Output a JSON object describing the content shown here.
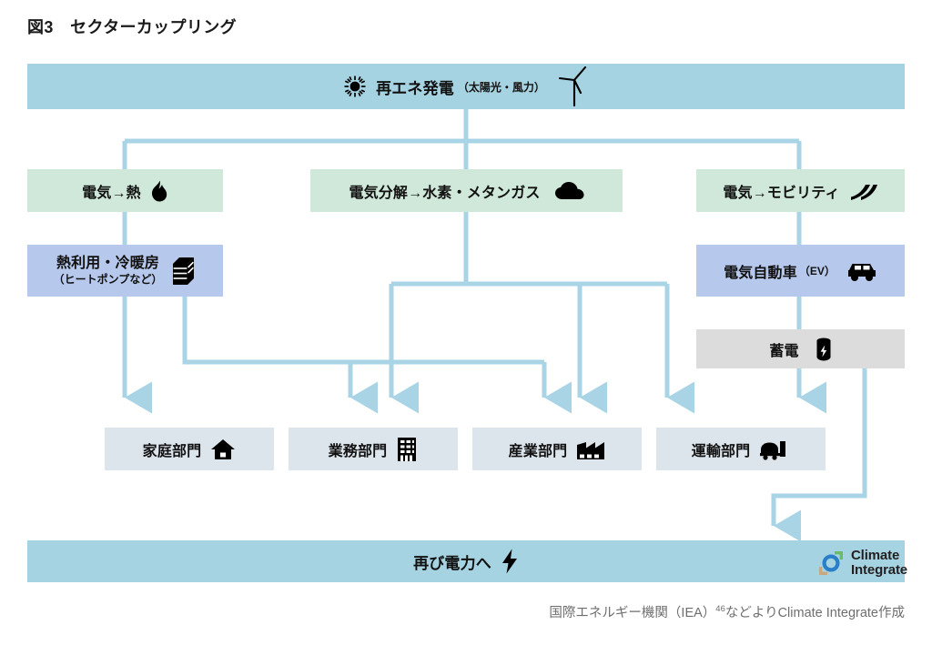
{
  "figure": {
    "title": "図3　セクターカップリング",
    "caption_pre": "国際エネルギー機関（IEA）",
    "caption_sup": "46",
    "caption_post": "などよりClimate Integrate作成"
  },
  "colors": {
    "banner": "#a6d3e2",
    "conversion": "#cfe8d9",
    "application": "#b6c8ec",
    "storage": "#dcdcdc",
    "sector": "#dde5ec",
    "connector": "#a8d4e6",
    "text": "#111111",
    "caption": "#6e6e6e"
  },
  "top_banner": {
    "label": "再エネ発電",
    "sublabel": "（太陽光・風力）",
    "icon_left": "sun-icon",
    "icon_right": "wind-turbine-icon"
  },
  "conversion_boxes": [
    {
      "label": "電気→熱",
      "icon": "flame-icon"
    },
    {
      "label": "電気分解→水素・メタンガス",
      "icon": "cloud-icon"
    },
    {
      "label": "電気→モビリティ",
      "icon": "mobility-swoosh-icon"
    }
  ],
  "application_boxes": [
    {
      "label": "熱利用・冷暖房",
      "sublabel": "（ヒートポンプなど）",
      "icon": "heat-pump-unit-icon"
    },
    {
      "label": "電気自動車",
      "sublabel": "（EV）",
      "icon": "car-icon"
    }
  ],
  "storage_box": {
    "label": "蓄電",
    "icon": "battery-icon"
  },
  "sector_boxes": [
    {
      "label": "家庭部門",
      "icon": "house-icon"
    },
    {
      "label": "業務部門",
      "icon": "office-building-icon"
    },
    {
      "label": "産業部門",
      "icon": "factory-icon"
    },
    {
      "label": "運輸部門",
      "icon": "truck-icon"
    }
  ],
  "bottom_banner": {
    "label": "再び電力へ",
    "icon": "lightning-bolt-icon"
  },
  "logo": {
    "name": "Climate\nIntegrate",
    "icon": "climate-integrate-bracket-logo"
  }
}
